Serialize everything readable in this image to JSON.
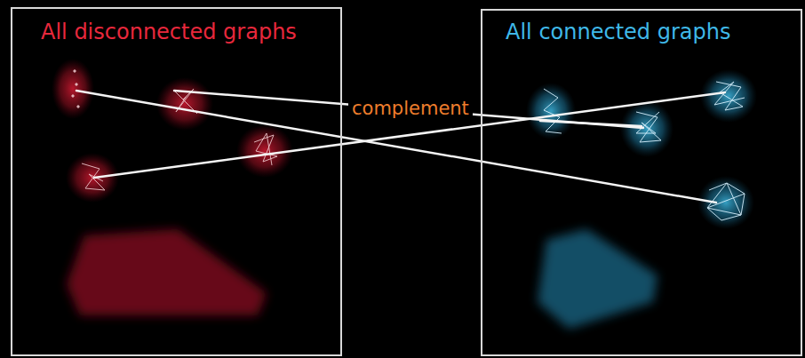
{
  "diagram": {
    "nodes": [
      {
        "text": [
          "All disconnected graphs"
        ]
      },
      {
        "text": [
          "All connected graphs"
        ]
      }
    ],
    "labels": [
      "complement"
    ]
  }
}
